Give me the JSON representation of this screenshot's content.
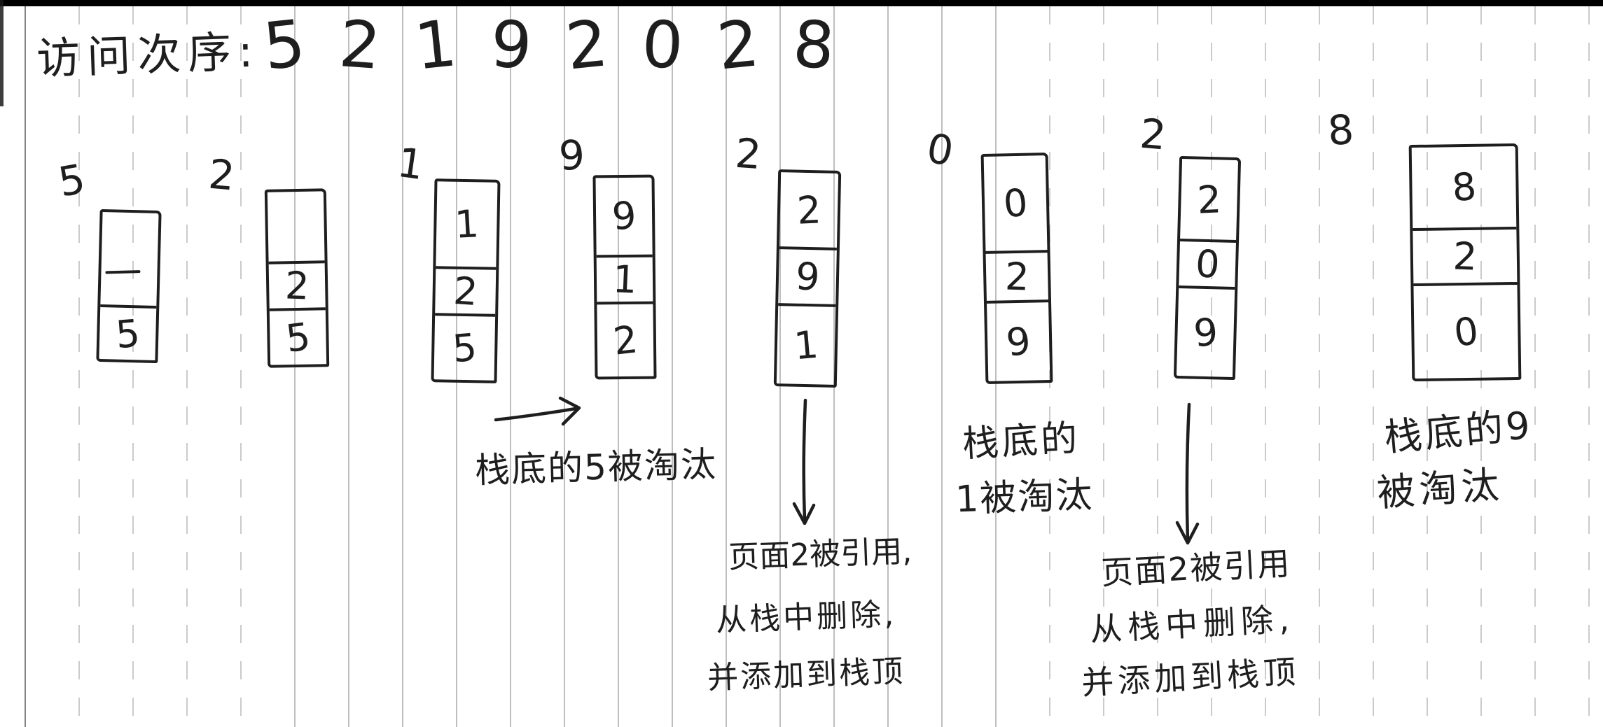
{
  "header": {
    "label": "访问次序:",
    "sequence": [
      "5",
      "2",
      "1",
      "9",
      "2",
      "0",
      "2",
      "8"
    ]
  },
  "stacks": [
    {
      "access": "5",
      "cells": [
        "",
        "",
        "5"
      ]
    },
    {
      "access": "2",
      "cells": [
        "",
        "2",
        "5"
      ]
    },
    {
      "access": "1",
      "cells": [
        "1",
        "2",
        "5"
      ]
    },
    {
      "access": "9",
      "cells": [
        "9",
        "1",
        "2"
      ]
    },
    {
      "access": "2",
      "cells": [
        "2",
        "9",
        "1"
      ]
    },
    {
      "access": "0",
      "cells": [
        "0",
        "2",
        "9"
      ]
    },
    {
      "access": "2",
      "cells": [
        "2",
        "0",
        "9"
      ]
    },
    {
      "access": "8",
      "cells": [
        "8",
        "2",
        "0"
      ]
    }
  ],
  "annotations": {
    "evicted_5": {
      "text": "栈底的5被淘汰"
    },
    "page2_referenced_1": {
      "lines": [
        "页面2被引用,",
        "从栈中删除,",
        "并添加到栈顶"
      ]
    },
    "evicted_1": {
      "lines": [
        "栈底的",
        "1被淘汰"
      ]
    },
    "page2_referenced_2": {
      "lines": [
        "页面2被引用",
        "从栈中删除,",
        "并添加到栈顶"
      ]
    },
    "evicted_9": {
      "lines": [
        "栈底的9",
        "被淘汰"
      ]
    }
  },
  "colors": {
    "ink": "#1e1e1e",
    "rule_line": "#8c8c8c",
    "background": "#ffffff"
  }
}
